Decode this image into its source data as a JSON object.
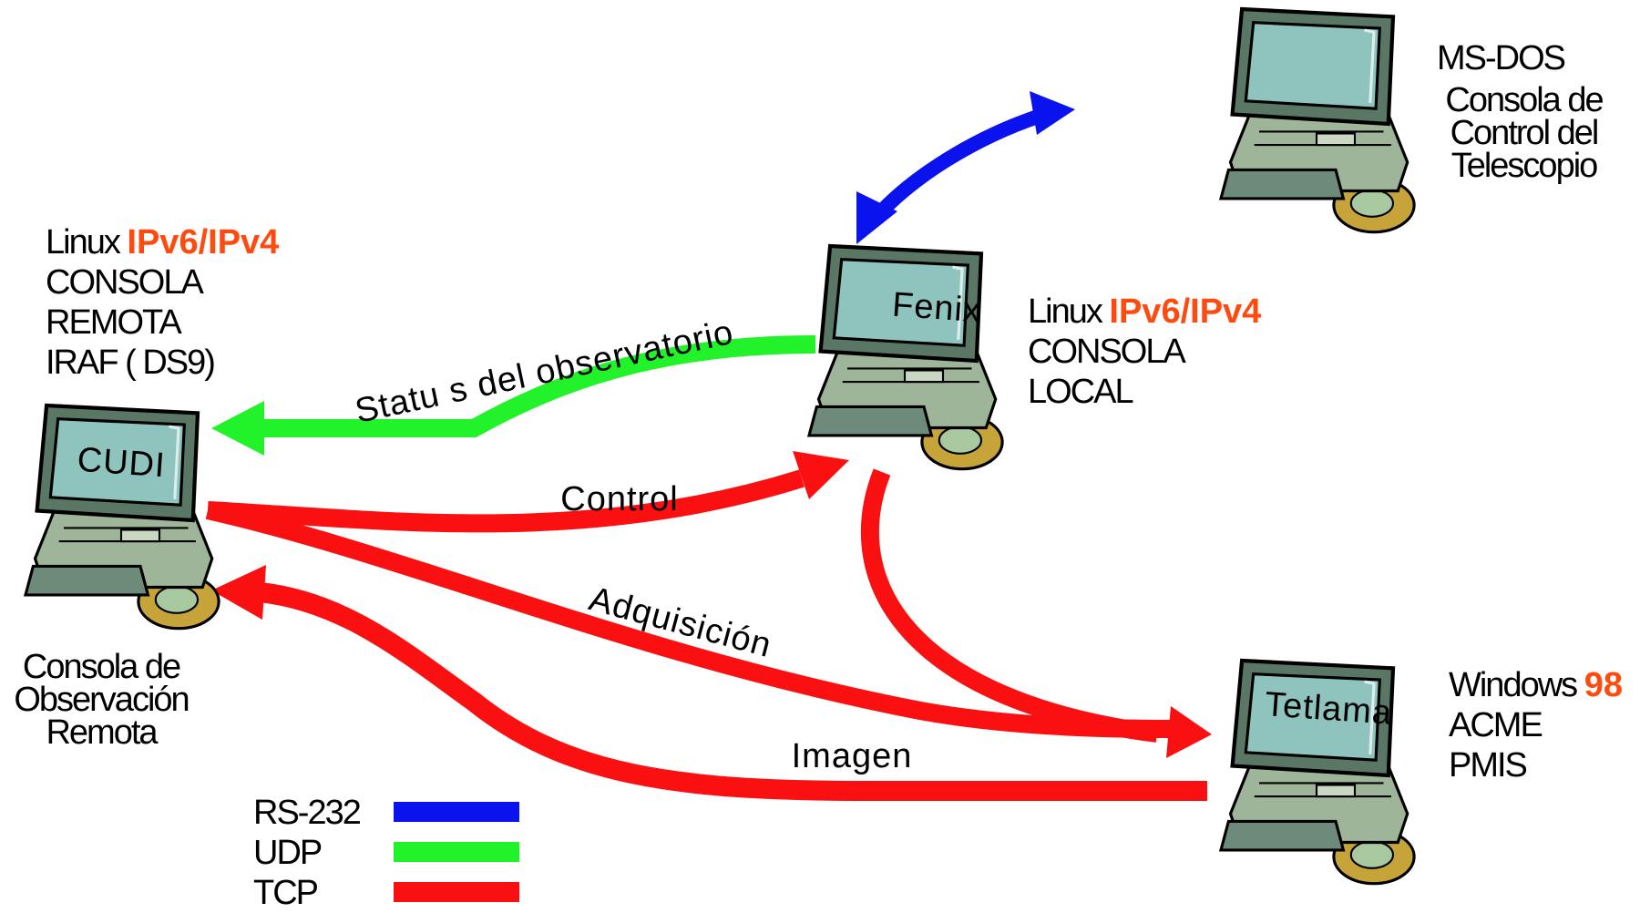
{
  "colors": {
    "rs232": "#0a12ee",
    "udp": "#22f22a",
    "tcp": "#fa1010",
    "highlight": "#ff4a10"
  },
  "nodes": {
    "msdos": {
      "screen_label": "",
      "title": "MS-DOS",
      "desc": [
        "Consola de",
        "Control del",
        "Telescopio"
      ]
    },
    "fenix": {
      "screen_label": "Fenix",
      "os": "Linux",
      "os_highlight": "IPv6/IPv4",
      "lines": [
        "CONSOLA",
        "LOCAL"
      ]
    },
    "cudi": {
      "screen_label": "CUDI",
      "os": "Linux",
      "os_highlight": "IPv6/IPv4",
      "lines": [
        "CONSOLA",
        "REMOTA",
        "IRAF (  DS9)"
      ],
      "desc": [
        "Consola de",
        "Observación",
        "Remota"
      ]
    },
    "tetlama": {
      "screen_label": "Tetlama",
      "os": "Windows",
      "os_highlight": "98",
      "lines": [
        "ACME",
        "PMIS"
      ]
    }
  },
  "edges": {
    "status": "Statu s del observatorio",
    "control": "Control",
    "adquisicion": "Adquisición",
    "imagen": "Imagen"
  },
  "legend": [
    {
      "label": "RS-232",
      "color": "#0a12ee"
    },
    {
      "label": "UDP",
      "color": "#22f22a"
    },
    {
      "label": "TCP",
      "color": "#fa1010"
    }
  ]
}
